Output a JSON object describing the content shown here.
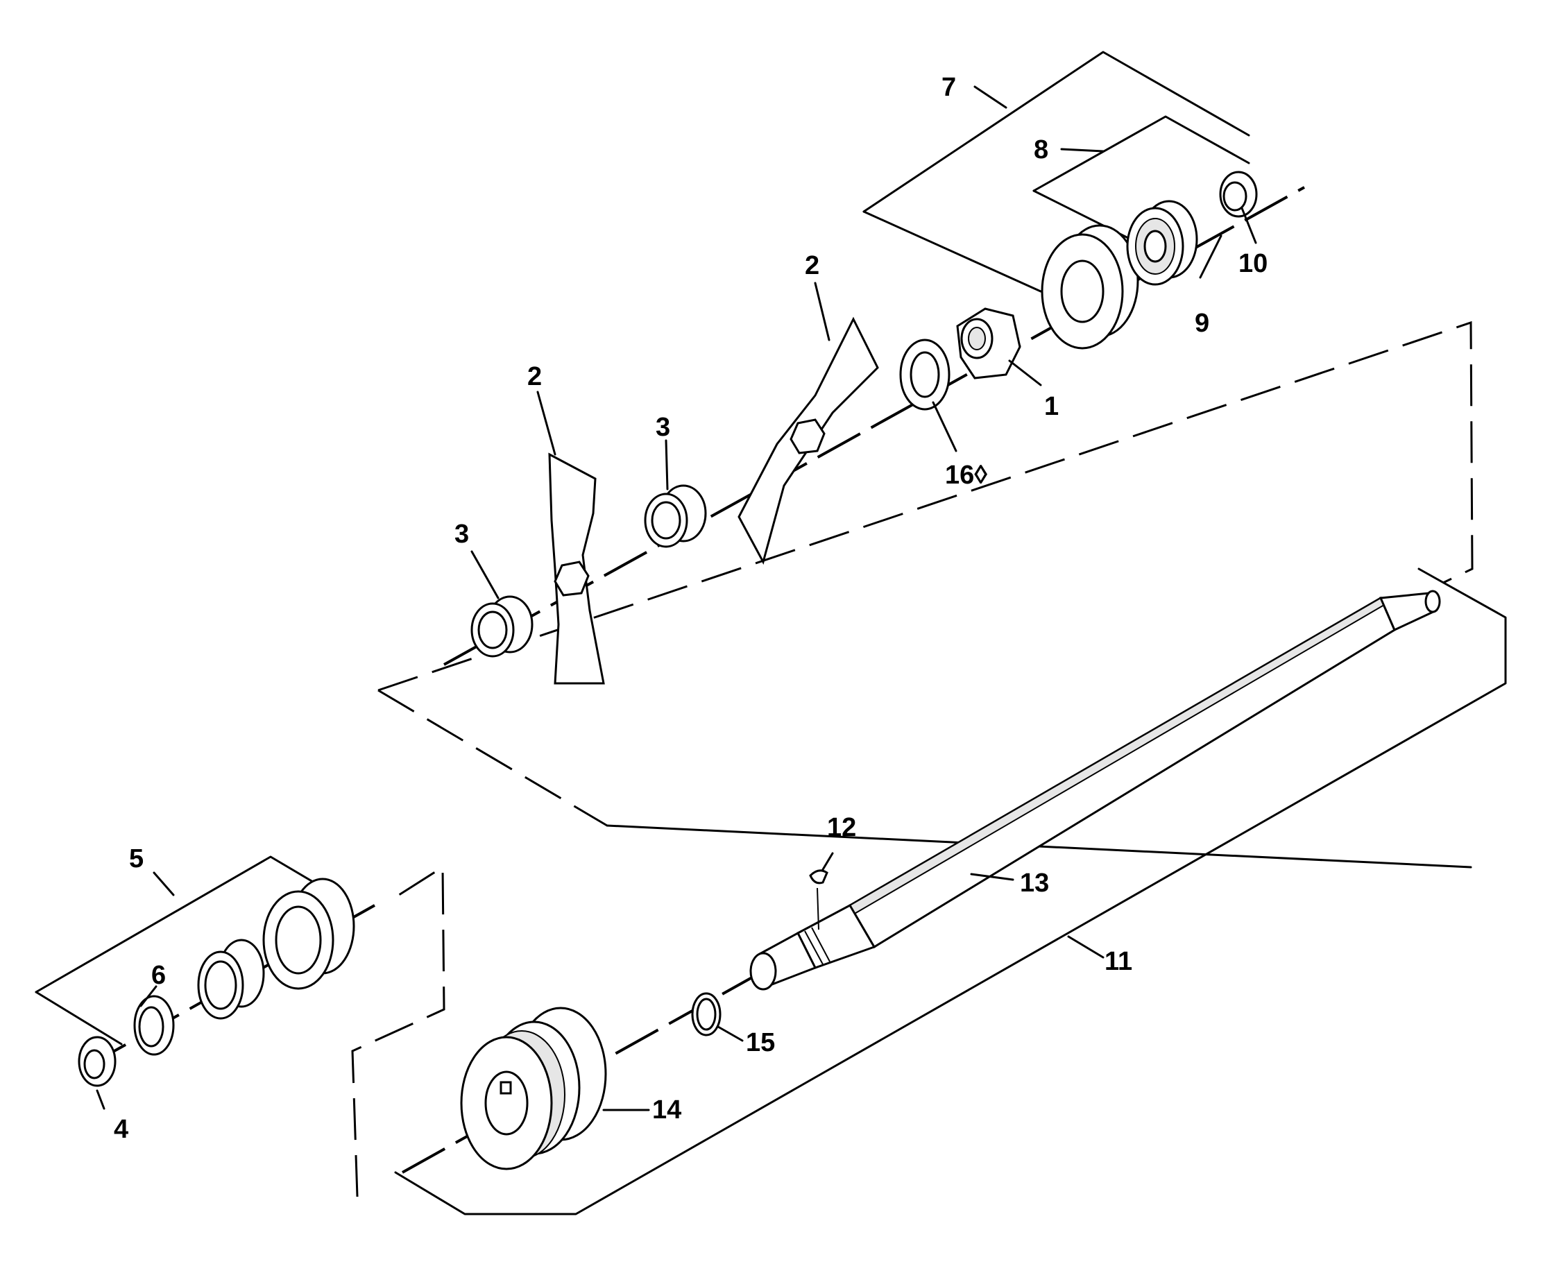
{
  "callouts": {
    "nut": "1",
    "blade_upper": "2",
    "blade_lower": "2",
    "spacer_upper": "3",
    "spacer_lower": "3",
    "collar_left": "4",
    "bearing_assembly_left": "5",
    "retainer_left": "6",
    "bearing_assembly_right": "7",
    "bearing_kit_right": "8",
    "ball_bearing": "9",
    "collar_right": "10",
    "shaft_assembly": "11",
    "key": "12",
    "shaft": "13",
    "pulley": "14",
    "snap_ring": "15",
    "washer": "16◊"
  }
}
